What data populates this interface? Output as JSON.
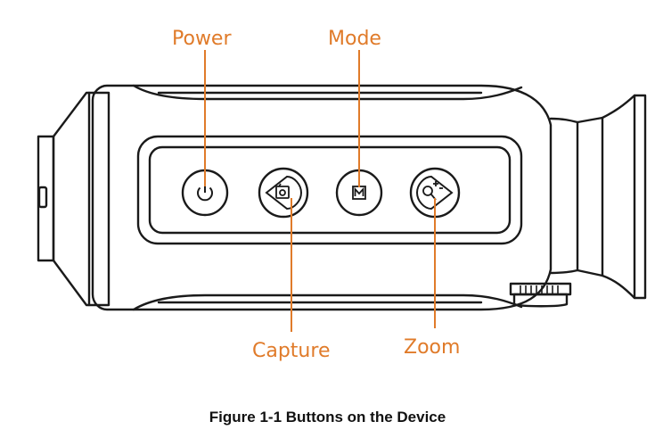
{
  "labels": {
    "power": "Power",
    "mode": "Mode",
    "capture": "Capture",
    "zoom": "Zoom"
  },
  "caption": "Figure 1-1 Buttons on the Device",
  "colors": {
    "callout": "#e07b2a",
    "outline": "#1a1a1a",
    "caption": "#111111"
  },
  "icons": {
    "power_button": "power-icon",
    "capture_button": "camera-icon",
    "mode_button": "mode-icon",
    "zoom_button": "zoom-icon"
  }
}
